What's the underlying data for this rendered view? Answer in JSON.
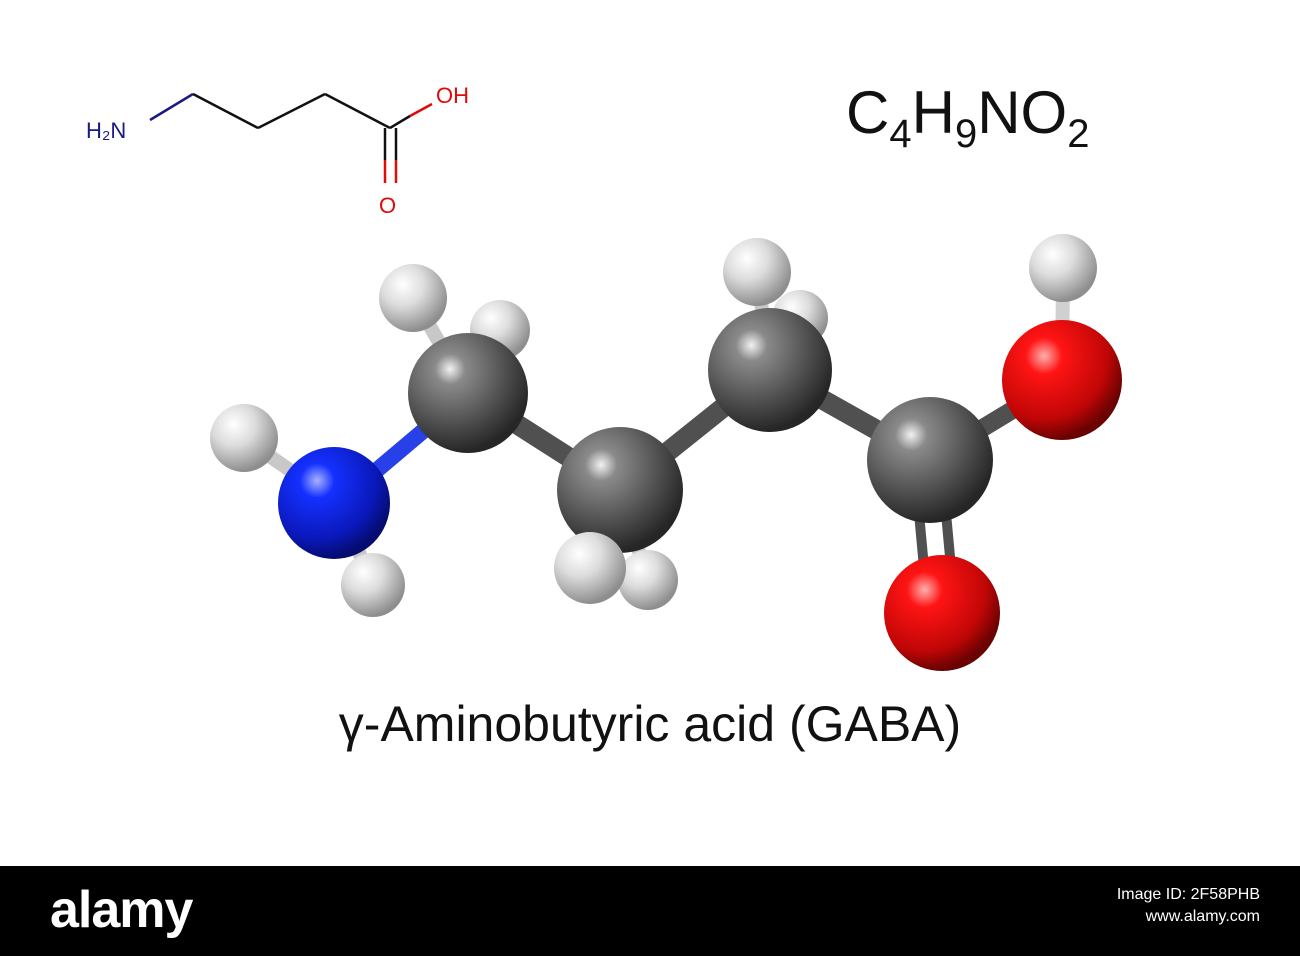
{
  "skeletal": {
    "amine_label": "H₂N",
    "hydroxyl_label": "OH",
    "carbonyl_label": "O"
  },
  "formula": {
    "parts": [
      {
        "text": "C",
        "sub": "4"
      },
      {
        "text": "H",
        "sub": "9"
      },
      {
        "text": "N",
        "sub": ""
      },
      {
        "text": "O",
        "sub": "2"
      }
    ]
  },
  "model": {
    "colors": {
      "carbon": "#6b6b6b",
      "hydrogen": "#e4e4e4",
      "nitrogen": "#1022d8",
      "oxygen": "#e00a0a",
      "bond": "#555555"
    }
  },
  "compound_name": "γ-Aminobutyric acid (GABA)",
  "footer": {
    "logo": "alamy",
    "image_id_label": "Image ID: 2F58PHB",
    "url": "www.alamy.com"
  }
}
